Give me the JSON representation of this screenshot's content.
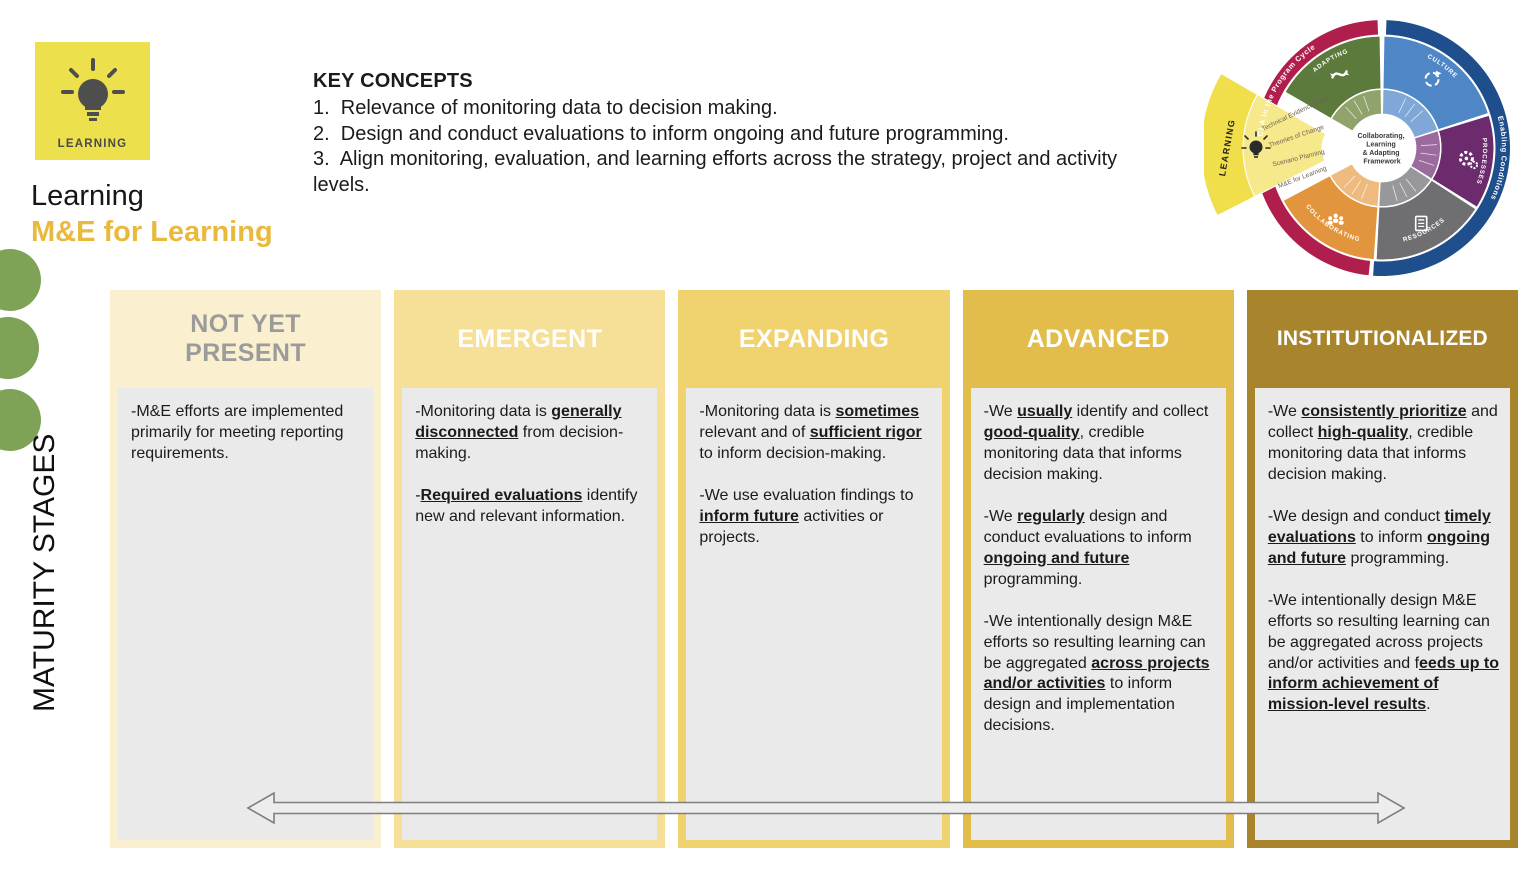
{
  "brand": {
    "box_label": "LEARNING",
    "box_color": "#ECE04D",
    "title": "Learning",
    "subtitle": "M&E for Learning",
    "subtitle_color": "#E9B93C"
  },
  "key_concepts": {
    "heading": "KEY CONCEPTS",
    "items": [
      "Relevance of monitoring data to decision making.",
      "Design and conduct evaluations to inform ongoing and future programming.",
      "Align monitoring, evaluation, and learning efforts across the strategy, project and activity levels."
    ]
  },
  "maturity_axis": {
    "label": "MATURITY STAGES",
    "dot_color": "#7FA356"
  },
  "stages": [
    {
      "name": "NOT YET PRESENT",
      "color": "#FAF0CF",
      "header_text_color": "#9B9B9B",
      "paragraphs": [
        [
          {
            "t": "-M&E efforts are implemented primarily for meeting reporting requirements."
          }
        ]
      ]
    },
    {
      "name": "EMERGENT",
      "color": "#F6DF96",
      "header_text_color": "#FFFFFF",
      "paragraphs": [
        [
          {
            "t": "-Monitoring data is "
          },
          {
            "t": "generally disconnected",
            "em": true
          },
          {
            "t": " from decision-making."
          }
        ],
        [
          {
            "t": "-"
          },
          {
            "t": "Required evaluations",
            "em": true
          },
          {
            "t": " identify new and relevant information."
          }
        ]
      ]
    },
    {
      "name": "EXPANDING",
      "color": "#F0D26E",
      "header_text_color": "#FFFFFF",
      "paragraphs": [
        [
          {
            "t": "-Monitoring data is "
          },
          {
            "t": "sometimes",
            "em": true
          },
          {
            "t": " relevant and of "
          },
          {
            "t": "sufficient rigor",
            "em": true
          },
          {
            "t": " to inform decision-making."
          }
        ],
        [
          {
            "t": "-We use evaluation findings to "
          },
          {
            "t": "inform future",
            "em": true
          },
          {
            "t": " activities or projects."
          }
        ]
      ]
    },
    {
      "name": "ADVANCED",
      "color": "#E2BD4C",
      "header_text_color": "#FFFFFF",
      "paragraphs": [
        [
          {
            "t": "-We "
          },
          {
            "t": "usually",
            "em": true
          },
          {
            "t": " identify and collect "
          },
          {
            "t": "good-quality",
            "em": true
          },
          {
            "t": ", credible monitoring data that informs decision making."
          }
        ],
        [
          {
            "t": "-We "
          },
          {
            "t": "regularly",
            "em": true
          },
          {
            "t": " design and conduct evaluations to inform "
          },
          {
            "t": "ongoing and future",
            "em": true
          },
          {
            "t": " programming."
          }
        ],
        [
          {
            "t": "-We intentionally design M&E efforts so resulting learning can be aggregated "
          },
          {
            "t": "across projects and/or activities",
            "em": true
          },
          {
            "t": " to inform design and implementation decisions."
          }
        ]
      ]
    },
    {
      "name": "INSTITUTIONALIZED",
      "color": "#A8842D",
      "header_text_color": "#FFFFFF",
      "paragraphs": [
        [
          {
            "t": "-We "
          },
          {
            "t": "consistently prioritize",
            "em": true
          },
          {
            "t": " and collect "
          },
          {
            "t": "high-quality",
            "em": true
          },
          {
            "t": ", credible monitoring data that informs decision making."
          }
        ],
        [
          {
            "t": "-We design and conduct "
          },
          {
            "t": "timely evaluations",
            "em": true
          },
          {
            "t": " to inform "
          },
          {
            "t": "ongoing and future",
            "em": true
          },
          {
            "t": " programming."
          }
        ],
        [
          {
            "t": "-We intentionally design M&E efforts so resulting learning can be aggregated across projects and/or activities and f"
          },
          {
            "t": "eeds up to inform achievement of mission-level results",
            "em": true
          },
          {
            "t": "."
          }
        ]
      ]
    }
  ],
  "wheel": {
    "center_label": "Collaborating, Learning & Adapting Framework",
    "center_label_lines": [
      "Collaborating,",
      "Learning",
      "& Adapting",
      "Framework"
    ],
    "outer_bands": [
      {
        "label": "CLA in the Program Cycle",
        "color": "#B01F4C",
        "start": 186,
        "end": 358
      },
      {
        "label": "Enabling Conditions",
        "color": "#1F4E8C",
        "start": 2,
        "end": 184
      }
    ],
    "sections": [
      {
        "label": "ADAPTING",
        "color": "#5C7A3B",
        "light": "#8FA36B",
        "start": 300,
        "end": 359,
        "flip": false
      },
      {
        "label": "CULTURE",
        "color": "#4E86C6",
        "light": "#7FA8D8",
        "start": 1,
        "end": 72,
        "flip": false
      },
      {
        "label": "PROCESSES",
        "color": "#6B2B6C",
        "light": "#9C6B9E",
        "start": 73,
        "end": 122,
        "flip": false
      },
      {
        "label": "RESOURCES",
        "color": "#6F6F71",
        "light": "#98989B",
        "start": 123,
        "end": 183,
        "flip": true
      },
      {
        "label": "COLLABORATING",
        "color": "#E2953C",
        "light": "#EEBA7E",
        "start": 184,
        "end": 242,
        "flip": true
      }
    ],
    "learning_slice": {
      "label": "LEARNING",
      "color": "#F1DE4B",
      "light": "#F5E98C",
      "start": 243,
      "end": 300,
      "items": [
        "Technical Evidence Base",
        "Theories of Change",
        "Scenario Planning",
        "M&E for Learning"
      ]
    }
  },
  "arrow": {
    "fill": "#EDEDED",
    "stroke": "#7F7F7F"
  }
}
